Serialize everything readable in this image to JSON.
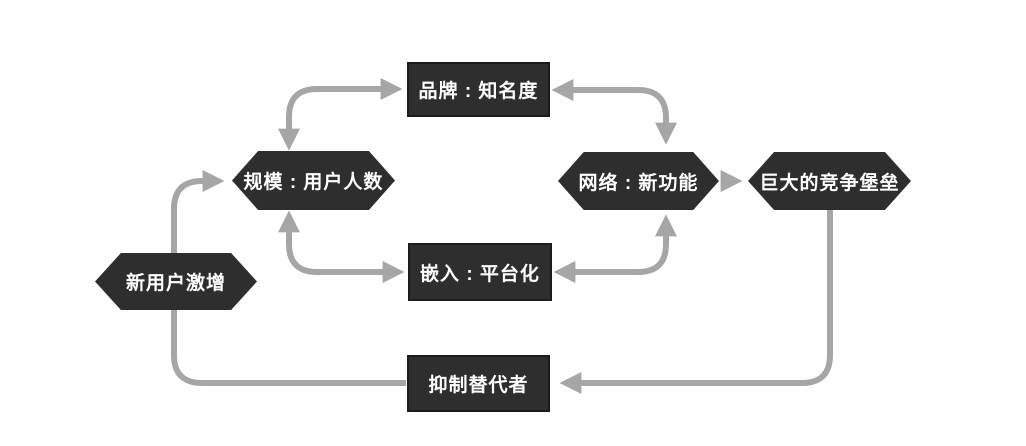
{
  "diagram": {
    "type": "flowchart",
    "background_color": "#ffffff",
    "node_fill_color": "#2e2e2e",
    "node_text_color": "#ffffff",
    "arrow_color": "#a6a6a6",
    "nodes": [
      {
        "id": "new-users",
        "label": "新用户激增",
        "shape": "hexagon"
      },
      {
        "id": "scale",
        "label": "规模 : 用户人数",
        "shape": "hexagon"
      },
      {
        "id": "brand",
        "label": "品牌 : 知名度",
        "shape": "rectangle"
      },
      {
        "id": "embed",
        "label": "嵌入 : 平台化",
        "shape": "rectangle"
      },
      {
        "id": "network",
        "label": "网络 : 新功能",
        "shape": "hexagon"
      },
      {
        "id": "fortress",
        "label": "巨大的竞争堡垒",
        "shape": "hexagon"
      },
      {
        "id": "suppress",
        "label": "抑制替代者",
        "shape": "rectangle"
      }
    ],
    "edges": [
      {
        "from": "scale",
        "to": "brand",
        "bidirectional": true,
        "style": "curved-elbow"
      },
      {
        "from": "brand",
        "to": "network",
        "bidirectional": true,
        "style": "curved-elbow"
      },
      {
        "from": "scale",
        "to": "embed",
        "bidirectional": true,
        "style": "curved-elbow"
      },
      {
        "from": "embed",
        "to": "network",
        "bidirectional": true,
        "style": "curved-elbow"
      },
      {
        "from": "network",
        "to": "fortress",
        "bidirectional": false,
        "style": "straight"
      },
      {
        "from": "fortress",
        "to": "suppress",
        "bidirectional": false,
        "style": "curved-elbow"
      },
      {
        "from": "suppress",
        "to": "scale",
        "via": "new-users",
        "bidirectional": false,
        "style": "curved-elbow"
      }
    ]
  }
}
